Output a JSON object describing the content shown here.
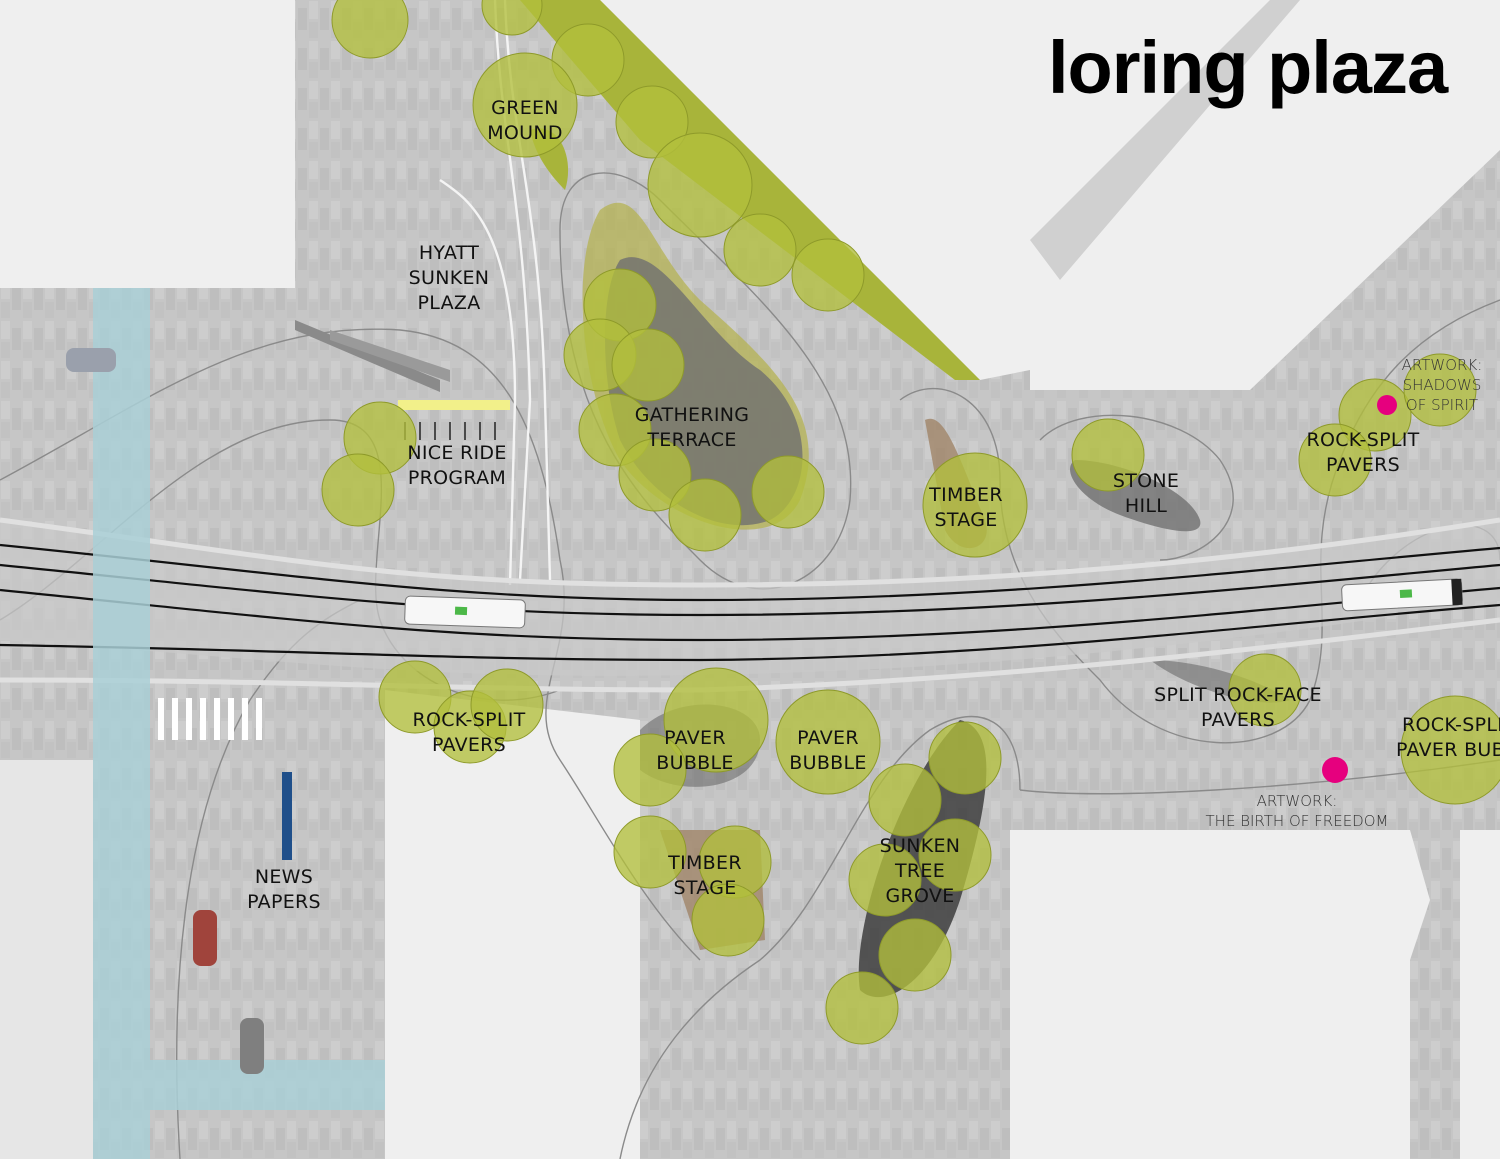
{
  "title": "loring plaza",
  "colors": {
    "paving": "#c6c6c6",
    "background": "#efefef",
    "trees": "#b2bf3c",
    "green_mound": "#a8b43a",
    "street_water": "#a9cfd6",
    "artwork_marker": "#e6007e",
    "timber": "#a08468"
  },
  "labels": {
    "green_mound": [
      "GREEN",
      "MOUND"
    ],
    "hyatt": [
      "HYATT",
      "SUNKEN",
      "PLAZA"
    ],
    "nice_ride": [
      "NICE RIDE",
      "PROGRAM"
    ],
    "gathering": [
      "GATHERING",
      "TERRACE"
    ],
    "timber_stage_n": [
      "TIMBER",
      "STAGE"
    ],
    "stone_hill": [
      "STONE",
      "HILL"
    ],
    "rock_split_ne": [
      "ROCK-SPLIT",
      "PAVERS"
    ],
    "artwork_shadows": [
      "ARTWORK:",
      "SHADOWS",
      "OF SPIRIT"
    ],
    "rock_split_w": [
      "ROCK-SPLIT",
      "PAVERS"
    ],
    "paver_bubble_1": [
      "PAVER",
      "BUBBLE"
    ],
    "paver_bubble_2": [
      "PAVER",
      "BUBBLE"
    ],
    "split_rock_face": [
      "SPLIT ROCK-FACE",
      "PAVERS"
    ],
    "rock_split_bubble": [
      "ROCK-SPLIT",
      "PAVER BUBBLE"
    ],
    "artwork_freedom": [
      "ARTWORK:",
      "THE BIRTH OF FREEDOM"
    ],
    "timber_stage_s": [
      "TIMBER",
      "STAGE"
    ],
    "sunken_grove": [
      "SUNKEN",
      "TREE",
      "GROVE"
    ],
    "news": [
      "NEWS",
      "PAPERS"
    ]
  },
  "icons": [
    "tree-canopy",
    "tram",
    "car",
    "bike-rack",
    "crosswalk",
    "artwork-marker"
  ]
}
